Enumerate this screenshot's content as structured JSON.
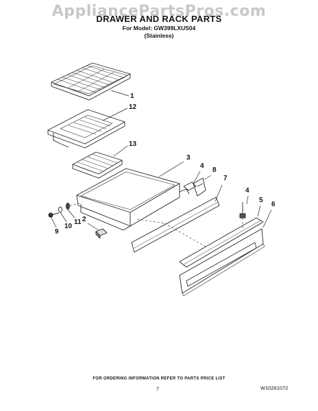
{
  "watermark": "AppliancePartsPros.com",
  "header": {
    "title": "DRAWER AND RACK PARTS",
    "model_line": "For Model: GW399LXUS04",
    "finish_line": "(Stainless)"
  },
  "callouts": [
    "1",
    "12",
    "13",
    "3",
    "4",
    "8",
    "7",
    "4",
    "5",
    "6",
    "2",
    "9",
    "10",
    "11"
  ],
  "footer": {
    "ordering_note": "FOR ORDERING INFORMATION REFER TO PARTS PRICE LIST",
    "page_number": "7",
    "document_id": "W10261072"
  }
}
